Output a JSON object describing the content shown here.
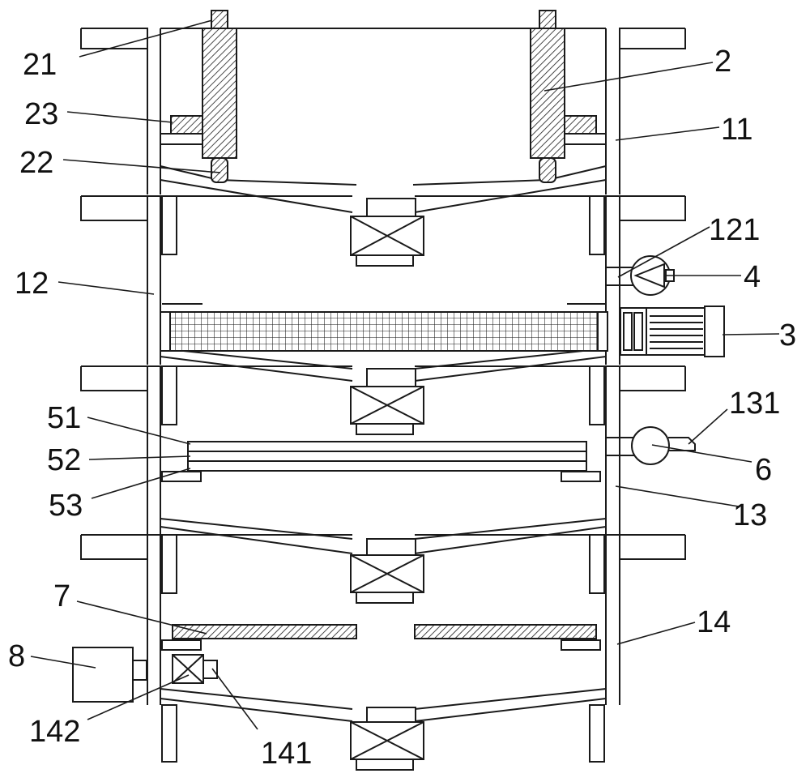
{
  "labels": {
    "l21": "21",
    "l2": "2",
    "l23": "23",
    "l11": "11",
    "l22": "22",
    "l121": "121",
    "l12": "12",
    "l4": "4",
    "l3": "3",
    "l51": "51",
    "l131": "131",
    "l52": "52",
    "l6": "6",
    "l53": "53",
    "l13": "13",
    "l7": "7",
    "l14": "14",
    "l8": "8",
    "l142": "142",
    "l141": "141"
  }
}
